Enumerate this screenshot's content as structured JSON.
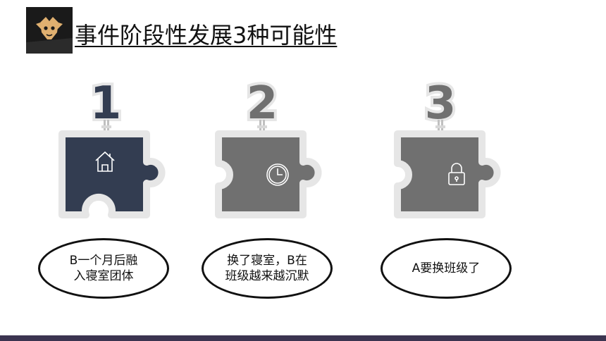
{
  "header": {
    "title": "事件阶段性发展3种可能性"
  },
  "steps": [
    {
      "number": "1",
      "icon": "house-icon",
      "text": "B一个月后融\n入寝室团体",
      "color": "#333d51"
    },
    {
      "number": "2",
      "icon": "clock-icon",
      "text": "换了寝室，B在\n班级越来越沉默",
      "color": "#707070"
    },
    {
      "number": "3",
      "icon": "lock-icon",
      "text": "A要换班级了",
      "color": "#707070"
    }
  ],
  "colors": {
    "navy": "#333d51",
    "gray": "#707070",
    "outline": "#e6e6e6",
    "footer": "#3b3450"
  }
}
